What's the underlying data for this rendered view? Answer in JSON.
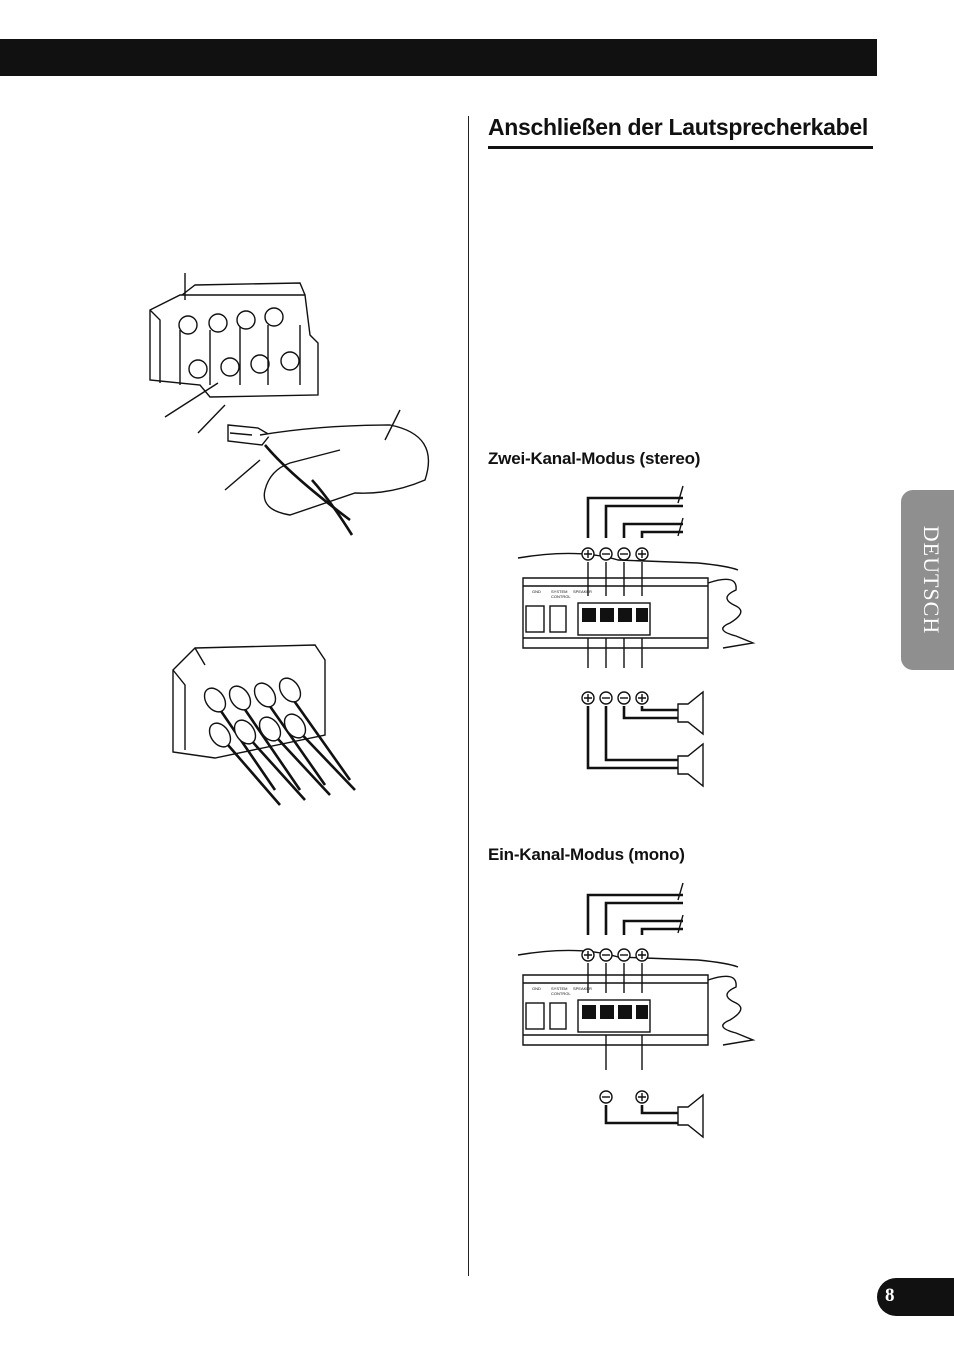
{
  "header": {
    "bar_color": "#111111"
  },
  "section": {
    "title": "Anschließen der Lautsprecherkabel"
  },
  "stereo": {
    "heading": "Zwei-Kanal-Modus (stereo)"
  },
  "mono": {
    "heading": "Ein-Kanal-Modus (mono)"
  },
  "side_tab": {
    "label": "DEUTSCH"
  },
  "page": {
    "number": "8"
  }
}
